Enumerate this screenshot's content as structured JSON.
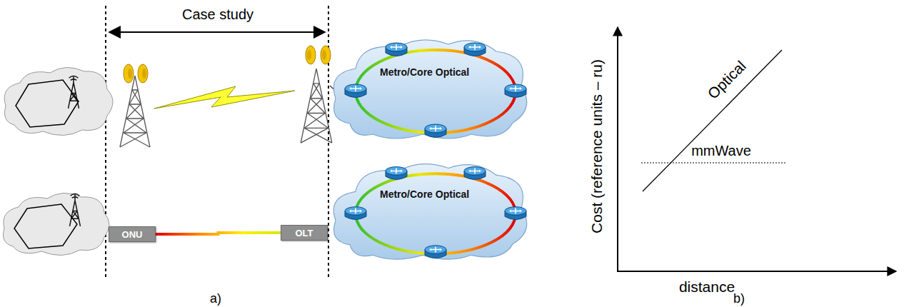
{
  "diagram": {
    "nodes": [
      {
        "text": [
          "Metro/Core Optical"
        ]
      },
      {
        "text": [
          "ONU"
        ]
      },
      {
        "text": [
          "OLT"
        ]
      },
      {
        "text": [
          "Metro/Core Optical"
        ]
      }
    ],
    "edges": [
      {
        "from": 1,
        "to": 2,
        "arrow": "none"
      }
    ],
    "labels": [
      "Case study",
      "a)",
      "Cost (reference units – ru)",
      "distance",
      "Optical",
      "mmWave",
      "b)"
    ]
  }
}
